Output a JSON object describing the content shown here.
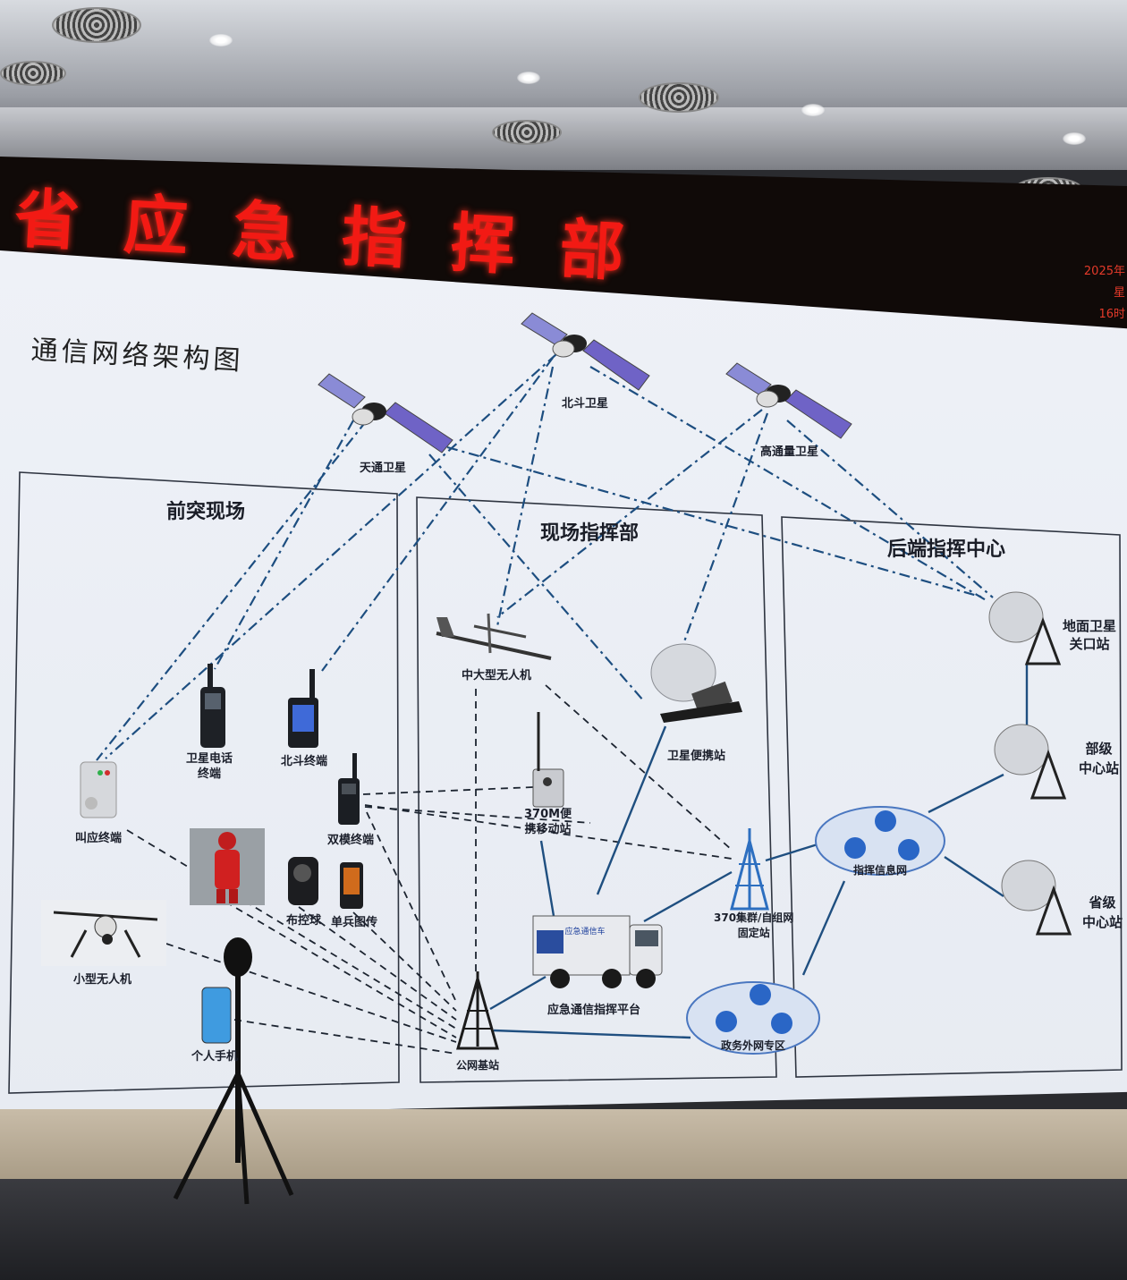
{
  "led_sign": {
    "title": "省应急指挥部",
    "side_lines": [
      "2025年",
      "星",
      "16时"
    ]
  },
  "diagram": {
    "title": "通信网络架构图",
    "sections": {
      "front": "前突现场",
      "command": "现场指挥部",
      "backend": "后端指挥中心"
    },
    "satellites": {
      "tiantong": "天通卫星",
      "beidou": "北斗卫星",
      "high_throughput": "高通量卫星"
    },
    "nodes": {
      "sat_phone": "卫星电话\n终端",
      "beidou_terminal": "北斗终端",
      "call_terminal": "叫应终端",
      "dual_mode": "双模终端",
      "deploy_ball": "布控球",
      "soldier_video": "单兵图传",
      "small_drone": "小型无人机",
      "personal_phone": "个人手机",
      "large_drone": "中大型无人机",
      "portable_370m": "370M便\n携移动站",
      "sat_portable": "卫星便携站",
      "cluster_station": "370集群/自组网\n固定站",
      "platform": "应急通信指挥平台",
      "public_bs": "公网基站",
      "gov_network": "政务外网专区",
      "command_net": "指挥信息网",
      "ground_gateway": "地面卫星\n关口站",
      "ministry_center": "部级\n中心站",
      "province_center": "省级\n中心站"
    },
    "vehicle_text": "应急通信车"
  }
}
